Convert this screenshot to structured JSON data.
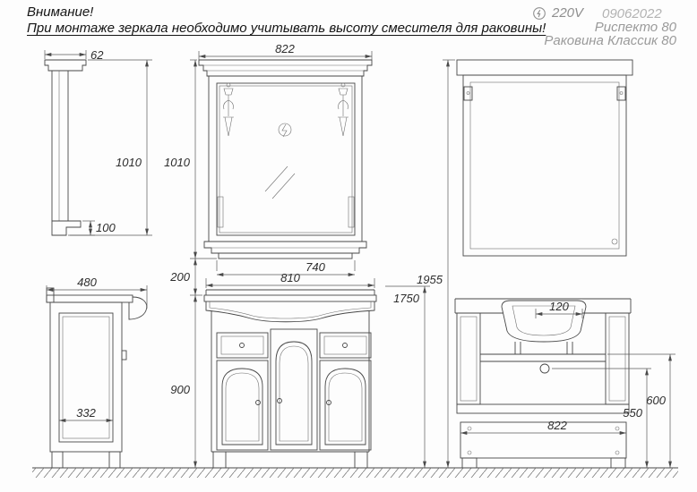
{
  "header": {
    "warning_title": "Внимание!",
    "warning_text": "При монтаже зеркала необходимо учитывать высоту смесителя для раковины!",
    "voltage": "220V",
    "code": "09062022",
    "product_mirror": "Риспекто 80",
    "product_sink": "Раковина Классик 80"
  },
  "dims": {
    "mirror_side_depth": "62",
    "mirror_height_side": "1010",
    "mirror_side_ledge": "100",
    "mirror_width": "822",
    "mirror_height": "1010",
    "mirror_shelf_width": "740",
    "gap_mirror_cabinet": "200",
    "total_height": "1955",
    "floor_to_mirror": "1750",
    "cabinet_width": "810",
    "cabinet_height": "900",
    "cabinet_depth": "480",
    "side_panel_width": "332",
    "back_offset": "120",
    "back_width": "822",
    "back_height_outer": "600",
    "back_height_inner": "550"
  },
  "colors": {
    "line": "#474747",
    "dim_text": "#2d2d2d",
    "muted_text": "#9a9a9a"
  }
}
